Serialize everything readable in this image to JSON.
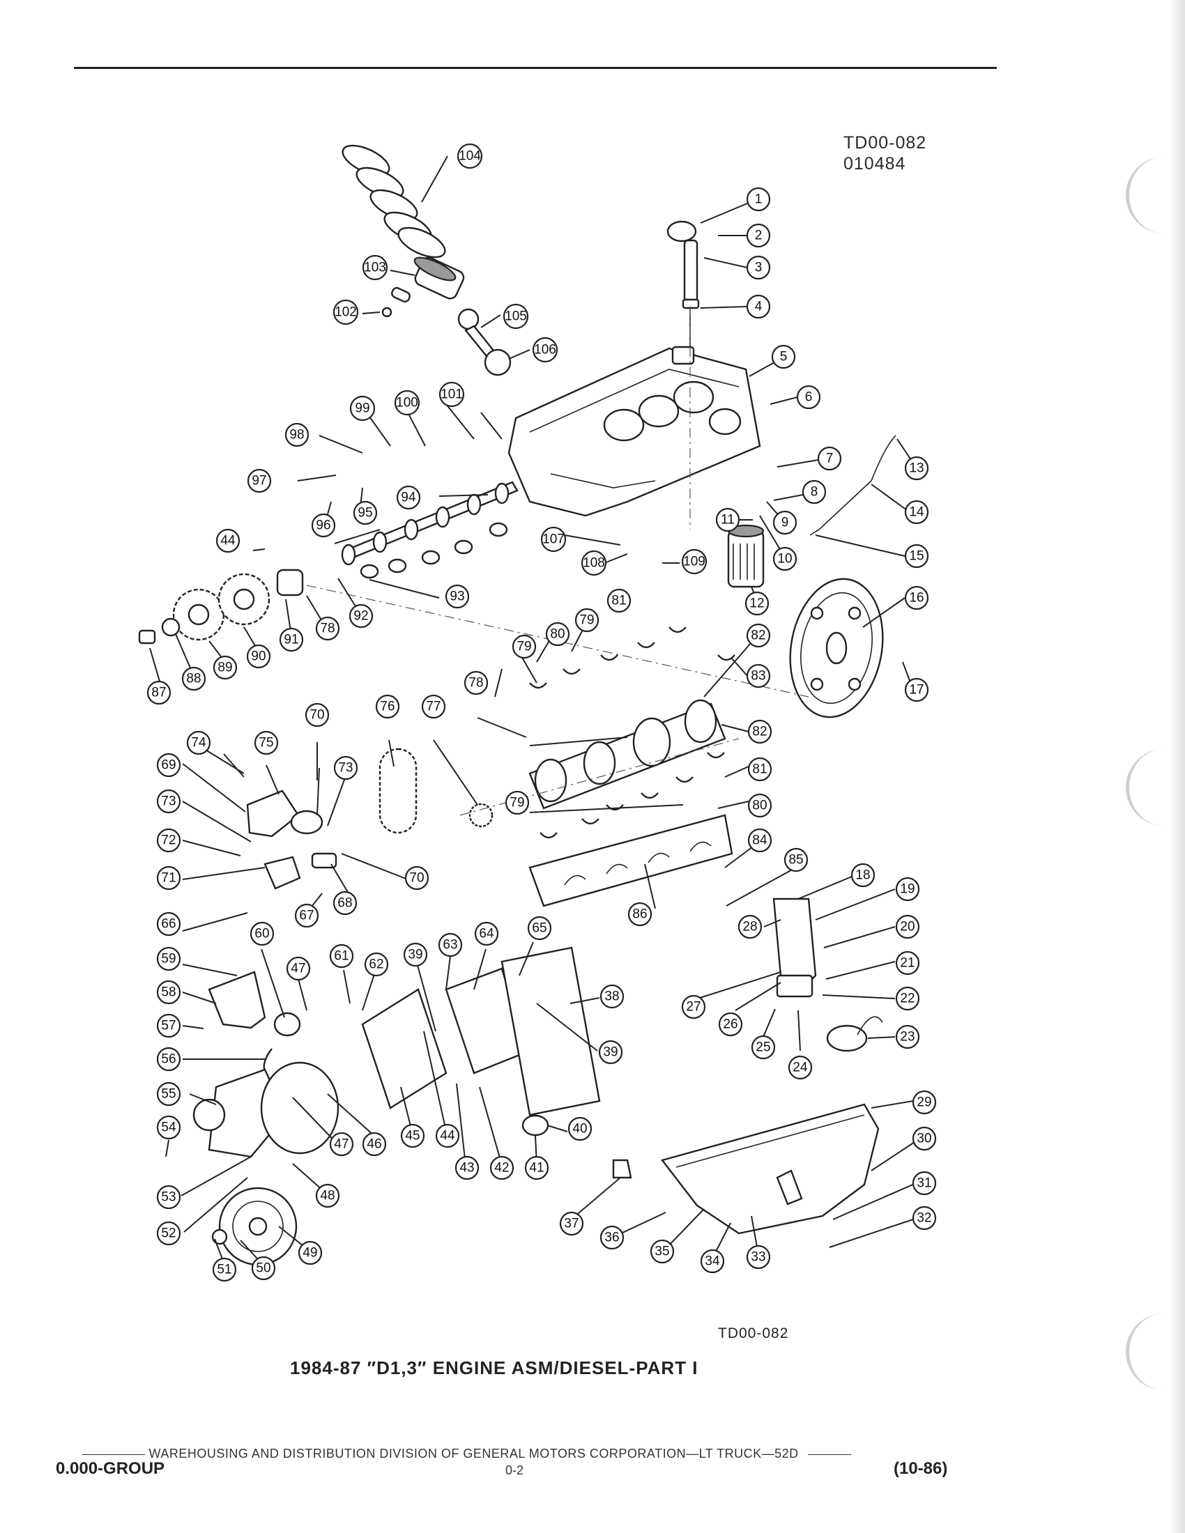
{
  "header": {
    "ref_id_line1": "TD00-082",
    "ref_id_line2": "010484"
  },
  "diagram": {
    "callouts": [
      "1",
      "2",
      "3",
      "4",
      "5",
      "6",
      "7",
      "8",
      "9",
      "10",
      "11",
      "12",
      "13",
      "14",
      "15",
      "16",
      "17",
      "18",
      "19",
      "20",
      "21",
      "22",
      "23",
      "24",
      "25",
      "26",
      "27",
      "28",
      "29",
      "30",
      "31",
      "32",
      "33",
      "34",
      "35",
      "36",
      "37",
      "38",
      "39",
      "39",
      "40",
      "41",
      "42",
      "43",
      "44",
      "44",
      "45",
      "46",
      "47",
      "47",
      "48",
      "49",
      "50",
      "51",
      "52",
      "53",
      "54",
      "55",
      "56",
      "57",
      "58",
      "59",
      "60",
      "61",
      "62",
      "63",
      "64",
      "65",
      "66",
      "67",
      "68",
      "69",
      "70",
      "70",
      "71",
      "72",
      "73",
      "73",
      "74",
      "75",
      "76",
      "77",
      "78",
      "78",
      "79",
      "79",
      "79",
      "80",
      "80",
      "81",
      "81",
      "82",
      "82",
      "83",
      "84",
      "85",
      "86",
      "87",
      "88",
      "89",
      "90",
      "91",
      "92",
      "93",
      "94",
      "95",
      "96",
      "97",
      "98",
      "99",
      "100",
      "101",
      "102",
      "103",
      "104",
      "105",
      "106",
      "107",
      "108",
      "109"
    ]
  },
  "caption": {
    "bottom_ref_id": "TD00-082",
    "title": "1984-87 ″D1,3″ ENGINE ASM/DIESEL-PART I"
  },
  "footer": {
    "line": "WAREHOUSING AND DISTRIBUTION  DIVISION OF GENERAL MOTORS CORPORATION—LT TRUCK—52D",
    "group": "0.000-GROUP",
    "page": "0-2",
    "date": "(10-86)"
  }
}
